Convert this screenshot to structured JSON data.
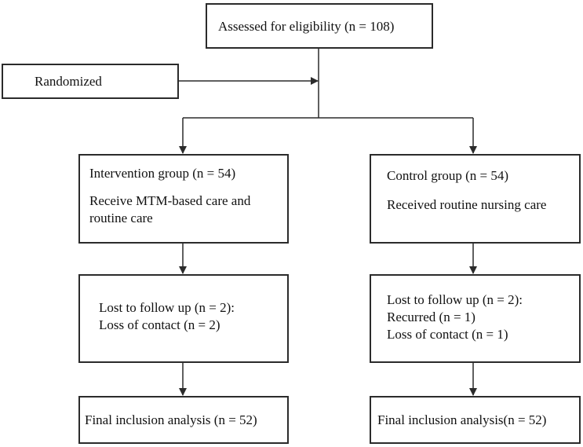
{
  "assessed": {
    "text": "Assessed for eligibility (n = 108)"
  },
  "randomized": {
    "text": "Randomized"
  },
  "intervention": {
    "group": {
      "title": "Intervention group (n = 54)",
      "line1": "Receive MTM-based care and",
      "line2": "routine care"
    },
    "lost": {
      "line1": "Lost to follow up (n = 2):",
      "line2": "Loss of contact (n = 2)"
    },
    "final": {
      "text": "Final inclusion analysis (n = 52)"
    }
  },
  "control": {
    "group": {
      "title": "Control group (n = 54)",
      "line1": "Received routine nursing care"
    },
    "lost": {
      "line1": "Lost to follow up (n = 2):",
      "line2": "Recurred (n = 1)",
      "line3": "Loss of contact (n = 1)"
    },
    "final": {
      "text": "Final inclusion analysis(n = 52)"
    }
  },
  "colors": {
    "line": "#2b2b2b",
    "text": "#111111",
    "background": "#ffffff"
  }
}
